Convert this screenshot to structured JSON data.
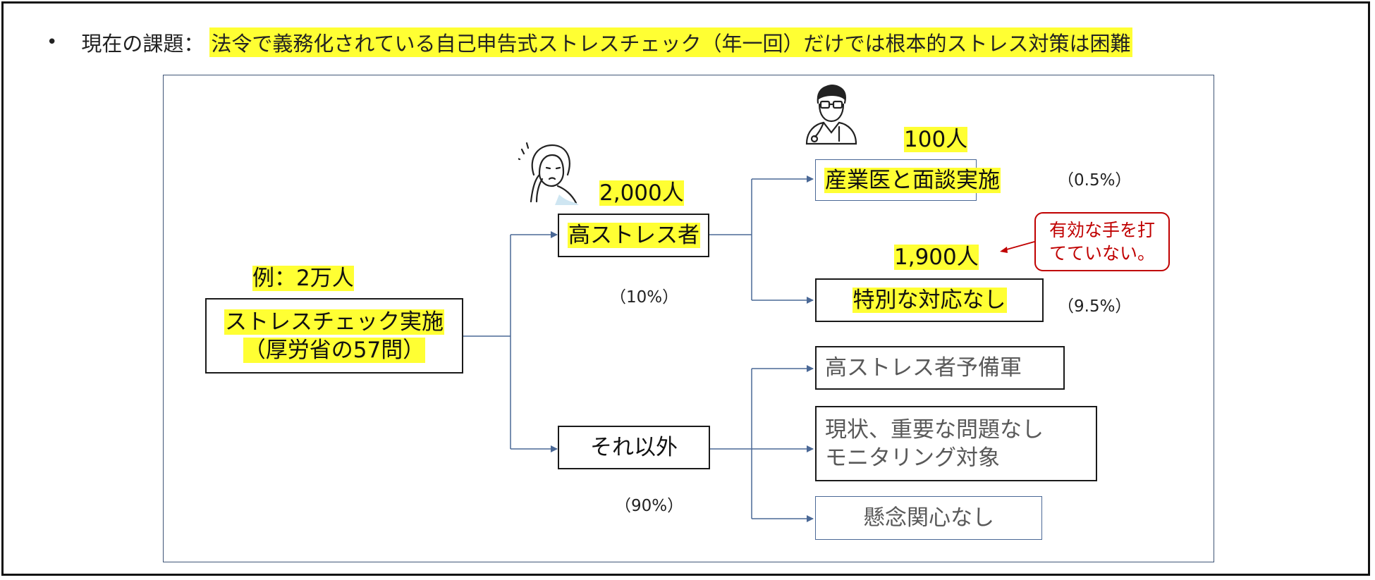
{
  "title": {
    "bullet": "•",
    "label": "現在の課題：",
    "highlight": "法令で義務化されている自己申告式ストレスチェック（年一回）だけでは根本的ストレス対策は困難"
  },
  "root": {
    "count_label": "例：2万人",
    "line1": "ストレスチェック実施",
    "line2": "（厚労省の57問）"
  },
  "high_stress": {
    "count": "2,000人",
    "label": "高ストレス者",
    "percent": "（10%）"
  },
  "other": {
    "label": "それ以外",
    "percent": "（90%）"
  },
  "interview": {
    "count": "100人",
    "label": "産業医と面談実施",
    "percent": "（0.5%）"
  },
  "no_response": {
    "count": "1,900人",
    "label": "特別な対応なし",
    "percent": "（9.5%）"
  },
  "callout": {
    "line1": "有効な手を打",
    "line2": "てていない。"
  },
  "reserve": {
    "label": "高ストレス者予備軍"
  },
  "monitoring": {
    "line1": "現状、重要な問題なし",
    "line2": "モニタリング対象"
  },
  "no_concern": {
    "label": "懸念関心なし"
  },
  "colors": {
    "highlight": "#ffff33",
    "connector": "#4a6896",
    "callout": "#c00000"
  },
  "icons": {
    "worried_person": "worried-woman-icon",
    "doctor": "doctor-icon"
  }
}
